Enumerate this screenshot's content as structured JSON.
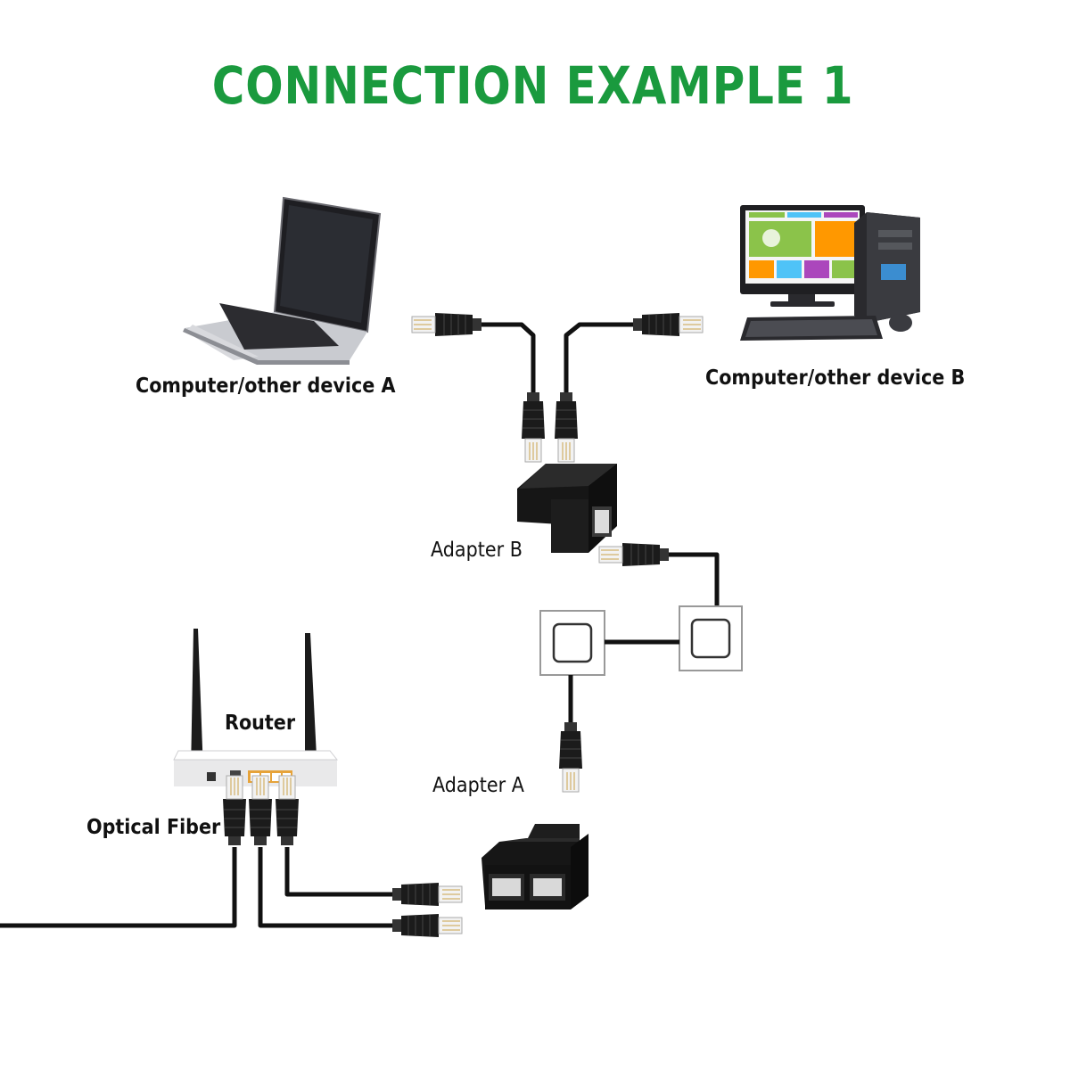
{
  "title": "CONNECTION EXAMPLE 1",
  "labels": {
    "device_a": "Computer/other device A",
    "device_b": "Computer/other device B",
    "adapter_b": "Adapter B",
    "adapter_a": "Adapter A",
    "router": "Router",
    "optical_fiber": "Optical Fiber"
  },
  "colors": {
    "title": "#1a9a3e",
    "cable": "#111111",
    "plug_body": "#1b1b1b",
    "adapter_body": "#161616"
  }
}
